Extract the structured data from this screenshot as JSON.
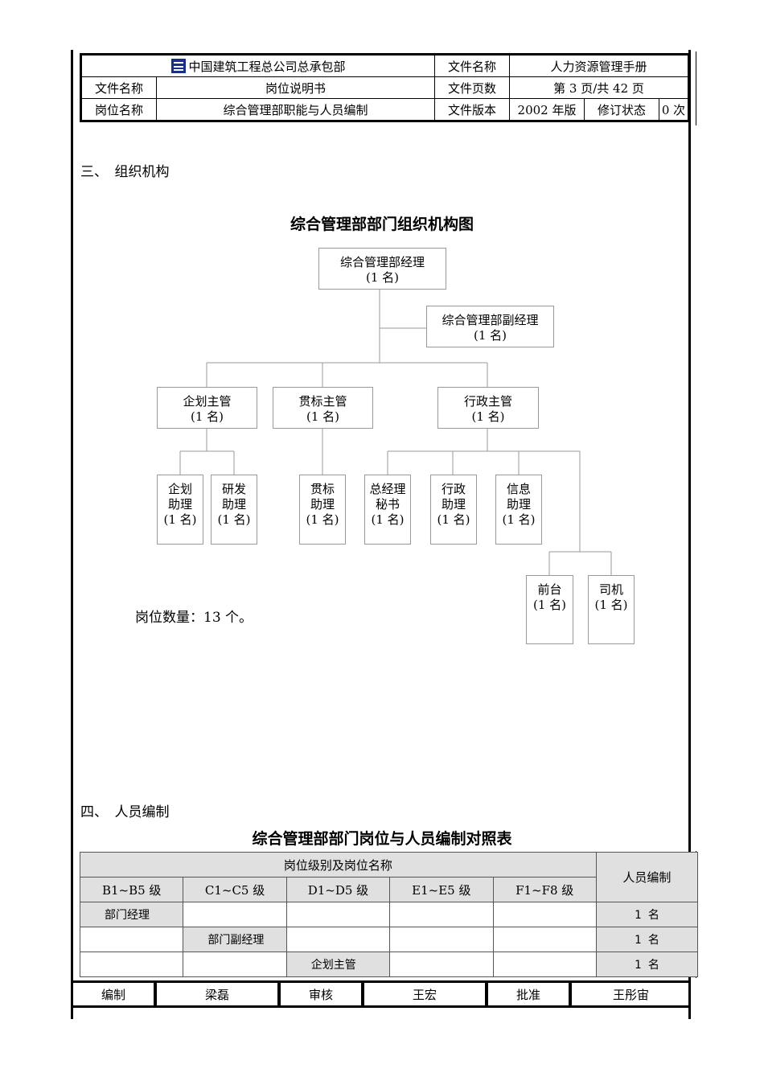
{
  "header": {
    "company": "中国建筑工程总公司总承包部",
    "doc_name_label": "文件名称",
    "doc_name_value": "人力资源管理手册",
    "file_name_label": "文件名称",
    "file_name_value": "岗位说明书",
    "pages_label": "文件页数",
    "pages_value": "第 3 页/共 42 页",
    "position_label": "岗位名称",
    "position_value": "综合管理部职能与人员编制",
    "version_label": "文件版本",
    "version_value": "2002 年版",
    "revision_label": "修订状态",
    "revision_value": "0 次"
  },
  "section3": {
    "heading": "三、　组织机构",
    "chart_title": "综合管理部部门组织机构图"
  },
  "org": {
    "manager": [
      "综合管理部经理",
      "(1 名)"
    ],
    "deputy": [
      "综合管理部副经理",
      "(1 名)"
    ],
    "planning": [
      "企划主管",
      "(1 名)"
    ],
    "standards": [
      "贯标主管",
      "(1 名)"
    ],
    "admin": [
      "行政主管",
      "(1 名)"
    ],
    "plan_asst": [
      "企划",
      "助理",
      "(1 名)"
    ],
    "rd_asst": [
      "研发",
      "助理",
      "(1 名)"
    ],
    "std_asst": [
      "贯标",
      "助理",
      "(1 名)"
    ],
    "gm_sec": [
      "总经理",
      "秘书",
      "(1 名)"
    ],
    "admin_asst": [
      "行政",
      "助理",
      "(1 名)"
    ],
    "info_asst": [
      "信息",
      "助理",
      "(1 名)"
    ],
    "reception": [
      "前台",
      "(1 名)"
    ],
    "driver": [
      "司机",
      "(1 名)"
    ]
  },
  "position_count": "岗位数量：13 个。",
  "section4": {
    "heading": "四、　人员编制",
    "table_title": "综合管理部部门岗位与人员编制对照表"
  },
  "staff_table": {
    "group_header": "岗位级别及岗位名称",
    "staffing_header": "人员编制",
    "levels": [
      "B1~B5 级",
      "C1~C5 级",
      "D1~D5 级",
      "E1~E5 级",
      "F1~F8 级"
    ],
    "rows": [
      {
        "b": "部门经理",
        "c": "",
        "d": "",
        "count": "1 名"
      },
      {
        "b": "",
        "c": "部门副经理",
        "d": "",
        "count": "1 名"
      },
      {
        "b": "",
        "c": "",
        "d": "企划主管",
        "count": "1 名"
      }
    ]
  },
  "signoff": {
    "compiled_label": "编制",
    "compiled_by": "梁磊",
    "reviewed_label": "审核",
    "reviewed_by": "王宏",
    "approved_label": "批准",
    "approved_by": "王彤宙"
  }
}
